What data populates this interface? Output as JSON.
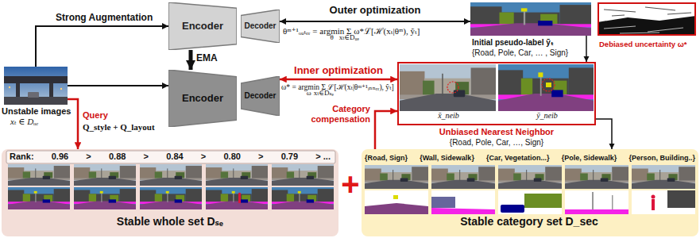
{
  "diagram": {
    "nodes": [
      {
        "text": [
          "Unstable images",
          "xₜ ∈ Dᵤₑ"
        ]
      },
      {
        "text": [
          "Encoder"
        ]
      },
      {
        "text": [
          "Decoder"
        ]
      },
      {
        "text": [
          "Encoder"
        ]
      },
      {
        "text": [
          "Decoder"
        ]
      },
      {
        "text": [
          "Initial pseudo-label ỹₜ",
          "{Road, Pole, Car, … , Sign}"
        ]
      },
      {
        "text": [
          "Debiased uncertainty ω*"
        ]
      },
      {
        "text": [
          "x̄_neib",
          "ȳ_neib",
          "Unbiased Nearest Neighbor",
          "{Road, Pole, Car, …, Sign}"
        ]
      },
      {
        "text": [
          "Stable whole set Dₛₑ"
        ]
      },
      {
        "text": [
          "Stable category set D_sec"
        ]
      }
    ],
    "edges": [
      {
        "from": 0,
        "to": 1,
        "arrow": "to",
        "label": "Strong Augmentation"
      },
      {
        "from": 0,
        "to": 3,
        "arrow": "to"
      },
      {
        "from": 1,
        "to": 3,
        "arrow": "to",
        "label": "EMA"
      },
      {
        "from": 2,
        "to": 5,
        "arrow": "both",
        "label": "Outer optimization"
      },
      {
        "from": 4,
        "to": 7,
        "arrow": "both",
        "label": "Inner optimization"
      },
      {
        "from": 0,
        "to": 8,
        "arrow": "to",
        "label": "Query"
      },
      {
        "from": 5,
        "to": 7,
        "arrow": "to"
      },
      {
        "from": 9,
        "to": 7,
        "arrow": "to",
        "label": "Category compensation"
      },
      {
        "from": 7,
        "to": 9,
        "arrow": "to"
      }
    ],
    "labels": [
      "θᵐ⁺¹ₒᵤₜₑᵣ = argmin Σ ω*ℒ[ℋ(xₜ|θᵐ), ỹₜ]",
      "θ",
      "xₜ∈Dᵤₑ",
      "ω* = argmin Σ ℒ[ℋ(xₜ|θᵐ⁺¹ᵢₙₙₑᵣ), ỹₜ]",
      "ω",
      "xₜ∈Dₛₑ",
      "Q_style + Q_layout",
      "Rank:",
      "0.96",
      ">",
      "0.88",
      ">",
      "0.84",
      ">",
      "0.80",
      ">",
      "0.79",
      "> ...",
      "{Road, Sign}",
      "{Wall, Sidewalk}",
      "{Car, Vegetation...}",
      "{Pole, Sidewalk}",
      "{Person, Building..}",
      "+"
    ]
  }
}
